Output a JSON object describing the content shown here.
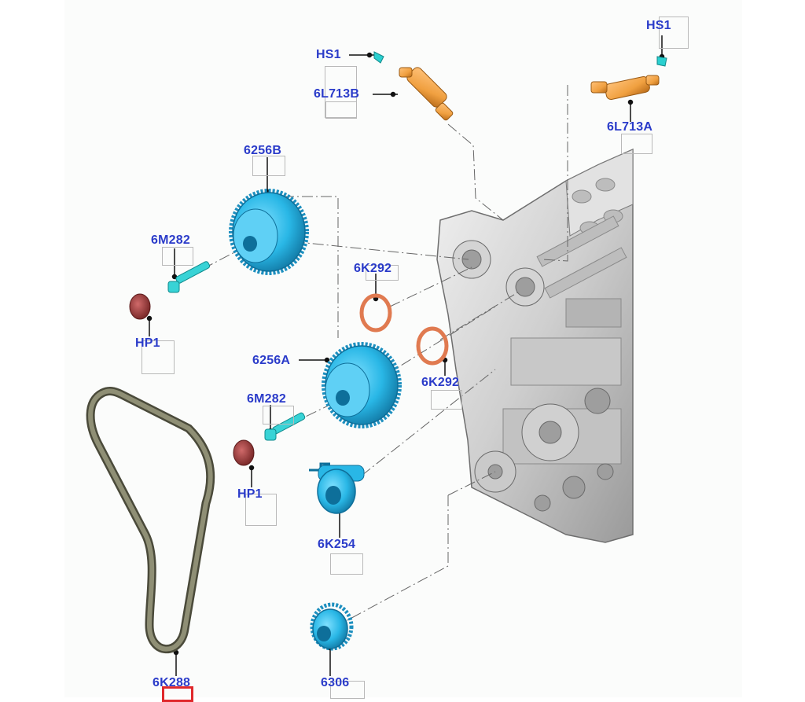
{
  "labels": {
    "hs1_left": "HS1",
    "l713b": "6L713B",
    "hs1_right": "HS1",
    "l713a": "6L713A",
    "c6256b": "6256B",
    "m282_top": "6M282",
    "hp1_top": "HP1",
    "k292_top": "6K292",
    "c6256a": "6256A",
    "k292_bottom": "6K292",
    "m282_bottom": "6M282",
    "hp1_bottom": "HP1",
    "k254": "6K254",
    "k288": "6K288",
    "c6306": "6306"
  },
  "colors": {
    "label_text": "#2a3bc9",
    "sprocket": "#29b7e6",
    "solenoid": "#f0a040",
    "seal": "#e07a50",
    "plug": "#a03a3a",
    "belt": "#7a7a62",
    "engine": "#cfcfcf",
    "highlight": "#e0282b"
  }
}
